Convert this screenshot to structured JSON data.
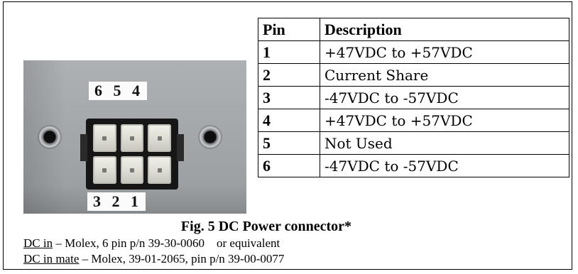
{
  "photo": {
    "top_labels": "6 5 4",
    "bottom_labels": "3 2 1"
  },
  "table": {
    "headers": [
      "Pin",
      "Description"
    ],
    "rows": [
      {
        "pin": "1",
        "description": "+47VDC to +57VDC"
      },
      {
        "pin": "2",
        "description": "Current Share"
      },
      {
        "pin": "3",
        "description": "-47VDC to -57VDC"
      },
      {
        "pin": "4",
        "description": "+47VDC to +57VDC"
      },
      {
        "pin": "5",
        "description": "Not Used"
      },
      {
        "pin": "6",
        "description": "-47VDC to -57VDC"
      }
    ]
  },
  "caption": "Fig. 5 DC Power connector*",
  "notes": [
    {
      "term": "DC in",
      "text": " – Molex, 6 pin p/n 39-30-0060    or equivalent"
    },
    {
      "term": "DC in mate",
      "text": " – Molex, 39-01-2065, pin p/n 39-00-0077"
    }
  ]
}
